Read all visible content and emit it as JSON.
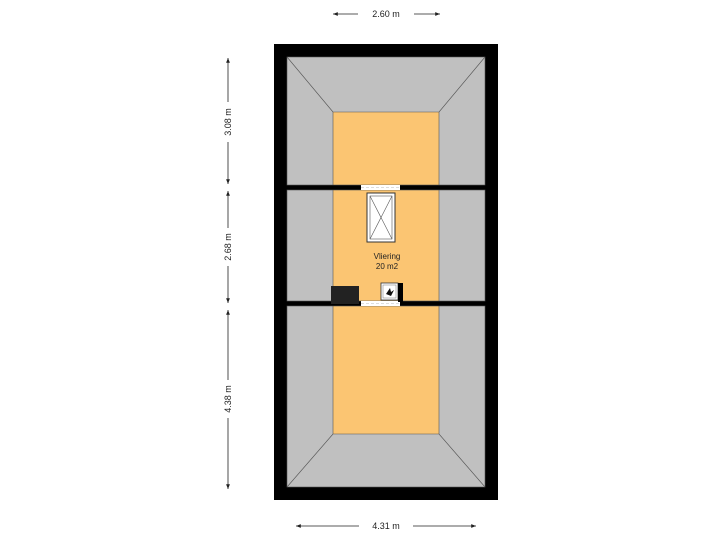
{
  "room": {
    "name": "Vliering",
    "area": "20 m2"
  },
  "dimensions": {
    "top_width": "2.60 m",
    "bottom_width": "4.31 m",
    "left_upper": "3.08 m",
    "left_middle": "2.68 m",
    "left_lower": "4.38 m"
  },
  "colors": {
    "wall": "#000000",
    "roof_slope": "#c0c0c0",
    "floor": "#fbc572",
    "background": "#ffffff"
  }
}
